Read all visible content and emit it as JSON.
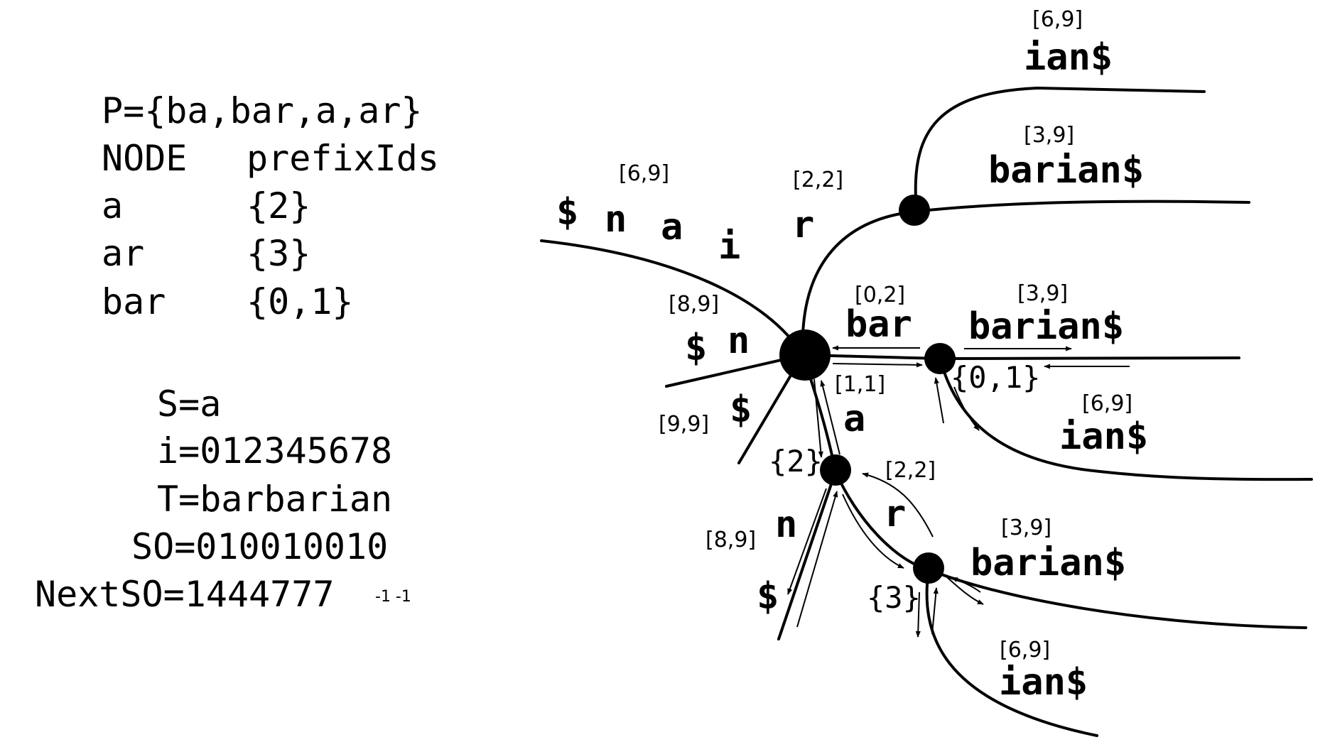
{
  "left_panel": {
    "pattern_set": "P={ba,bar,a,ar}",
    "table_header_node": "NODE",
    "table_header_ids": "prefixIds",
    "rows": [
      {
        "node": "a",
        "ids": "{2}"
      },
      {
        "node": "ar",
        "ids": "{3}"
      },
      {
        "node": "bar",
        "ids": "{0,1}"
      }
    ],
    "s_line": "S=a",
    "i_line": "i=012345678",
    "t_line": "T=barbarian",
    "so_line": "SO=010010010",
    "nextso_line": "NextSO=1444777",
    "nextso_tail": "-1 -1"
  },
  "tree": {
    "edge_labels": {
      "ian_top": "ian$",
      "barian_upper": "barian$",
      "snair_s": "$",
      "snair_n": "n",
      "snair_a": "a",
      "snair_i": "i",
      "snair_r": "r",
      "sn_s": "$",
      "sn_n": "n",
      "dollar_root": "$",
      "bar": "bar",
      "barian_mid": "barian$",
      "ian_mid": "ian$",
      "a": "a",
      "n_lower": "n",
      "r_lower": "r",
      "dollar_lower": "$",
      "barian_lower": "barian$",
      "ian_bottom": "ian$"
    },
    "ranges": {
      "ian_top": "[6,9]",
      "barian_upper": "[3,9]",
      "snair": "[6,9]",
      "r_upper": "[2,2]",
      "sn": "[8,9]",
      "bar": "[0,2]",
      "barian_mid": "[3,9]",
      "a_edge": "[1,1]",
      "ian_mid": "[6,9]",
      "dollar_root": "[9,9]",
      "r_lower": "[2,2]",
      "n_lower": "[8,9]",
      "barian_lower": "[3,9]",
      "ian_bottom": "[6,9]"
    },
    "prefix_id_sets": {
      "bar_node": "{0,1}",
      "a_node": "{2}",
      "ar_node": "{3}"
    }
  }
}
